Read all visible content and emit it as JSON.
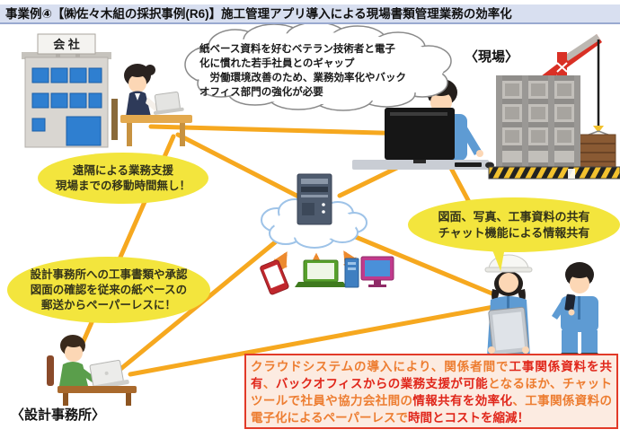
{
  "title": "事業例④【㈱佐々木組の採択事例(R6)】施工管理アプリ導入による現場書類管理業務の効率化",
  "thought_cloud": {
    "text": "紙ベース資料を好むベテラン技術者と電子\n化に慣れた若手社員とのギャップ\n　労働環境改善のため、業務効率化やバック\nオフィス部門の強化が必要"
  },
  "bubbles": {
    "remote_support": "遠隔による業務支援\n現場までの移動時間無し！",
    "paperless": "設計事務所への工事書類や承認\n図面の確認を従来の紙ベースの\n郵送からペーパーレスに！",
    "sharing": "図面、写真、工事資料の共有\nチャット機能による情報共有"
  },
  "labels": {
    "site": "〈現場〉",
    "design_office": "〈設計事務所〉",
    "company_sign": "会 社"
  },
  "summary_box": {
    "segments": [
      {
        "text": "クラウドシステムの導入により、関係者間で",
        "color": "orange"
      },
      {
        "text": "工事関係資料を共有",
        "color": "red"
      },
      {
        "text": "、",
        "color": "orange"
      },
      {
        "text": "バックオフィスからの業務支援が可能",
        "color": "red"
      },
      {
        "text": "となるほか、チャットツールで社員や協力会社間の",
        "color": "orange"
      },
      {
        "text": "情報共有を効率化",
        "color": "red"
      },
      {
        "text": "、工事関係資料の電子化によるペーパーレスで",
        "color": "orange"
      },
      {
        "text": "時間とコストを縮減！",
        "color": "red"
      }
    ]
  },
  "colors": {
    "title_bg": "#d8dff0",
    "connection_line": "#F6A81F",
    "bubble_yellow": "#f3e53d",
    "summary_border": "#e23a28",
    "summary_bg": "#fcebe1",
    "text_orange": "#ED7D31",
    "text_red": "#E0261A"
  },
  "illustrations": {
    "company_building": "office-building",
    "office_woman": "woman-with-laptop",
    "pc_man": "man-at-desktop-monitor",
    "construction_site": "building-frame-with-crane",
    "cloud_server": "server-on-cloud",
    "devices": [
      "smartphone",
      "laptop",
      "desktop-pc"
    ],
    "field_woman": "helmet-woman-with-tablet",
    "field_man": "man-with-smartphone",
    "design_man": "man-with-laptop"
  }
}
